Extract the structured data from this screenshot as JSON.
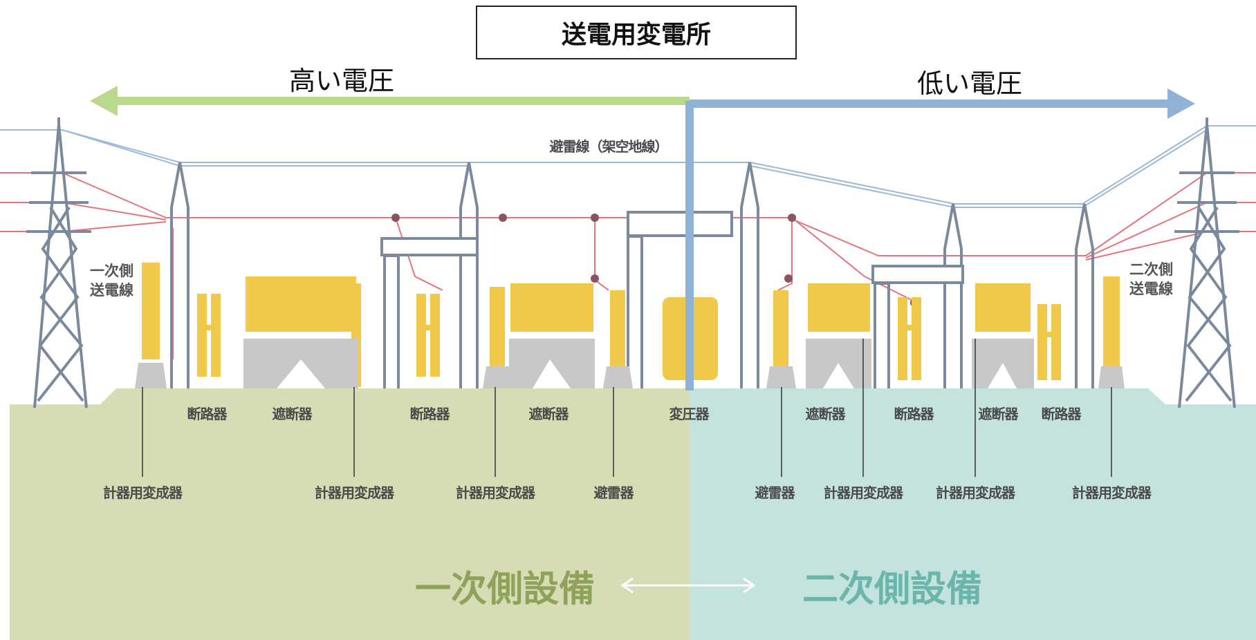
{
  "title": "送電用変電所",
  "voltage": {
    "high": "高い電圧",
    "low": "低い電圧"
  },
  "overhead_ground_wire": "避雷線（架空地線）",
  "side_labels": {
    "primary_line": "一次側\n送電線",
    "secondary_line": "二次側\n送電線"
  },
  "upper_labels": [
    "断路器",
    "遮断器",
    "断路器",
    "遮断器",
    "変圧器",
    "遮断器",
    "断路器",
    "遮断器",
    "断路器"
  ],
  "lower_labels": [
    "計器用変成器",
    "計器用変成器",
    "計器用変成器",
    "避雷器",
    "避雷器",
    "計器用変成器",
    "計器用変成器",
    "計器用変成器"
  ],
  "bottom": {
    "primary": "一次側設備",
    "secondary": "二次側設備"
  },
  "colors": {
    "primary_ground": "#d6dcb4",
    "secondary_ground": "#c4e3de",
    "high_voltage_arrow": "#b9d98c",
    "low_voltage_arrow": "#8fb2d6",
    "steel": "#7a8a9c",
    "power_line": "#e5737b",
    "ground_wire": "#9bb9d4",
    "insulator": "#f0c84a",
    "base_grey": "#c8c8c8"
  }
}
